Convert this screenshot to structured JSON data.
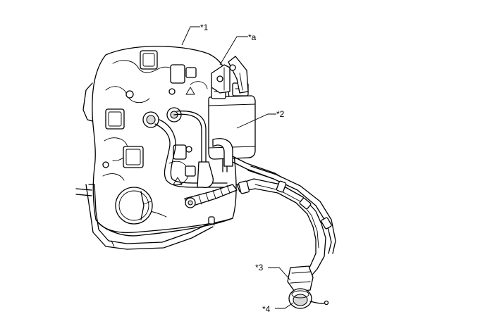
{
  "callouts": [
    {
      "id": "1",
      "text": "*1"
    },
    {
      "id": "a",
      "text": "*a"
    },
    {
      "id": "2",
      "text": "*2"
    },
    {
      "id": "3",
      "text": "*3"
    },
    {
      "id": "4",
      "text": "*4"
    }
  ],
  "parts": {
    "fuel_tank": "fuel-tank",
    "canister": "charcoal-canister",
    "filler_pipe": "fuel-tank-filler-pipe",
    "cap": "fuel-tank-cap",
    "hoses": "vapor-hoses",
    "fuel_lines": "fuel-lines"
  }
}
